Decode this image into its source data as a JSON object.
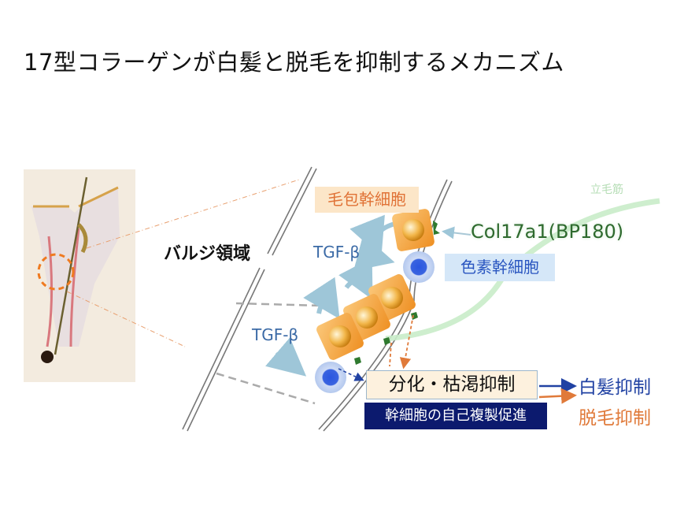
{
  "title": "17型コラーゲンが白髪と脱毛を抑制するメカニズム",
  "labels": {
    "bulge_region": "バルジ領域",
    "hair_follicle_stem_cell": "毛包幹細胞",
    "melanocyte_stem_cell": "色素幹細胞",
    "col17a1": "Col17a1(BP180)",
    "arrector_pili": "立毛筋",
    "tgf_beta_1": "TGF-β",
    "tgf_beta_2": "TGF-β",
    "differentiation_box": "分化・枯渇抑制",
    "self_renewal_box": "幹細胞の自己複製促進",
    "gray_hair_suppression": "白髪抑制",
    "hair_loss_suppression": "脱毛抑制"
  },
  "colors": {
    "orange": "#e07a3a",
    "blue": "#2142a3",
    "green": "#2e6a2e",
    "navy": "#0c1a6e"
  }
}
